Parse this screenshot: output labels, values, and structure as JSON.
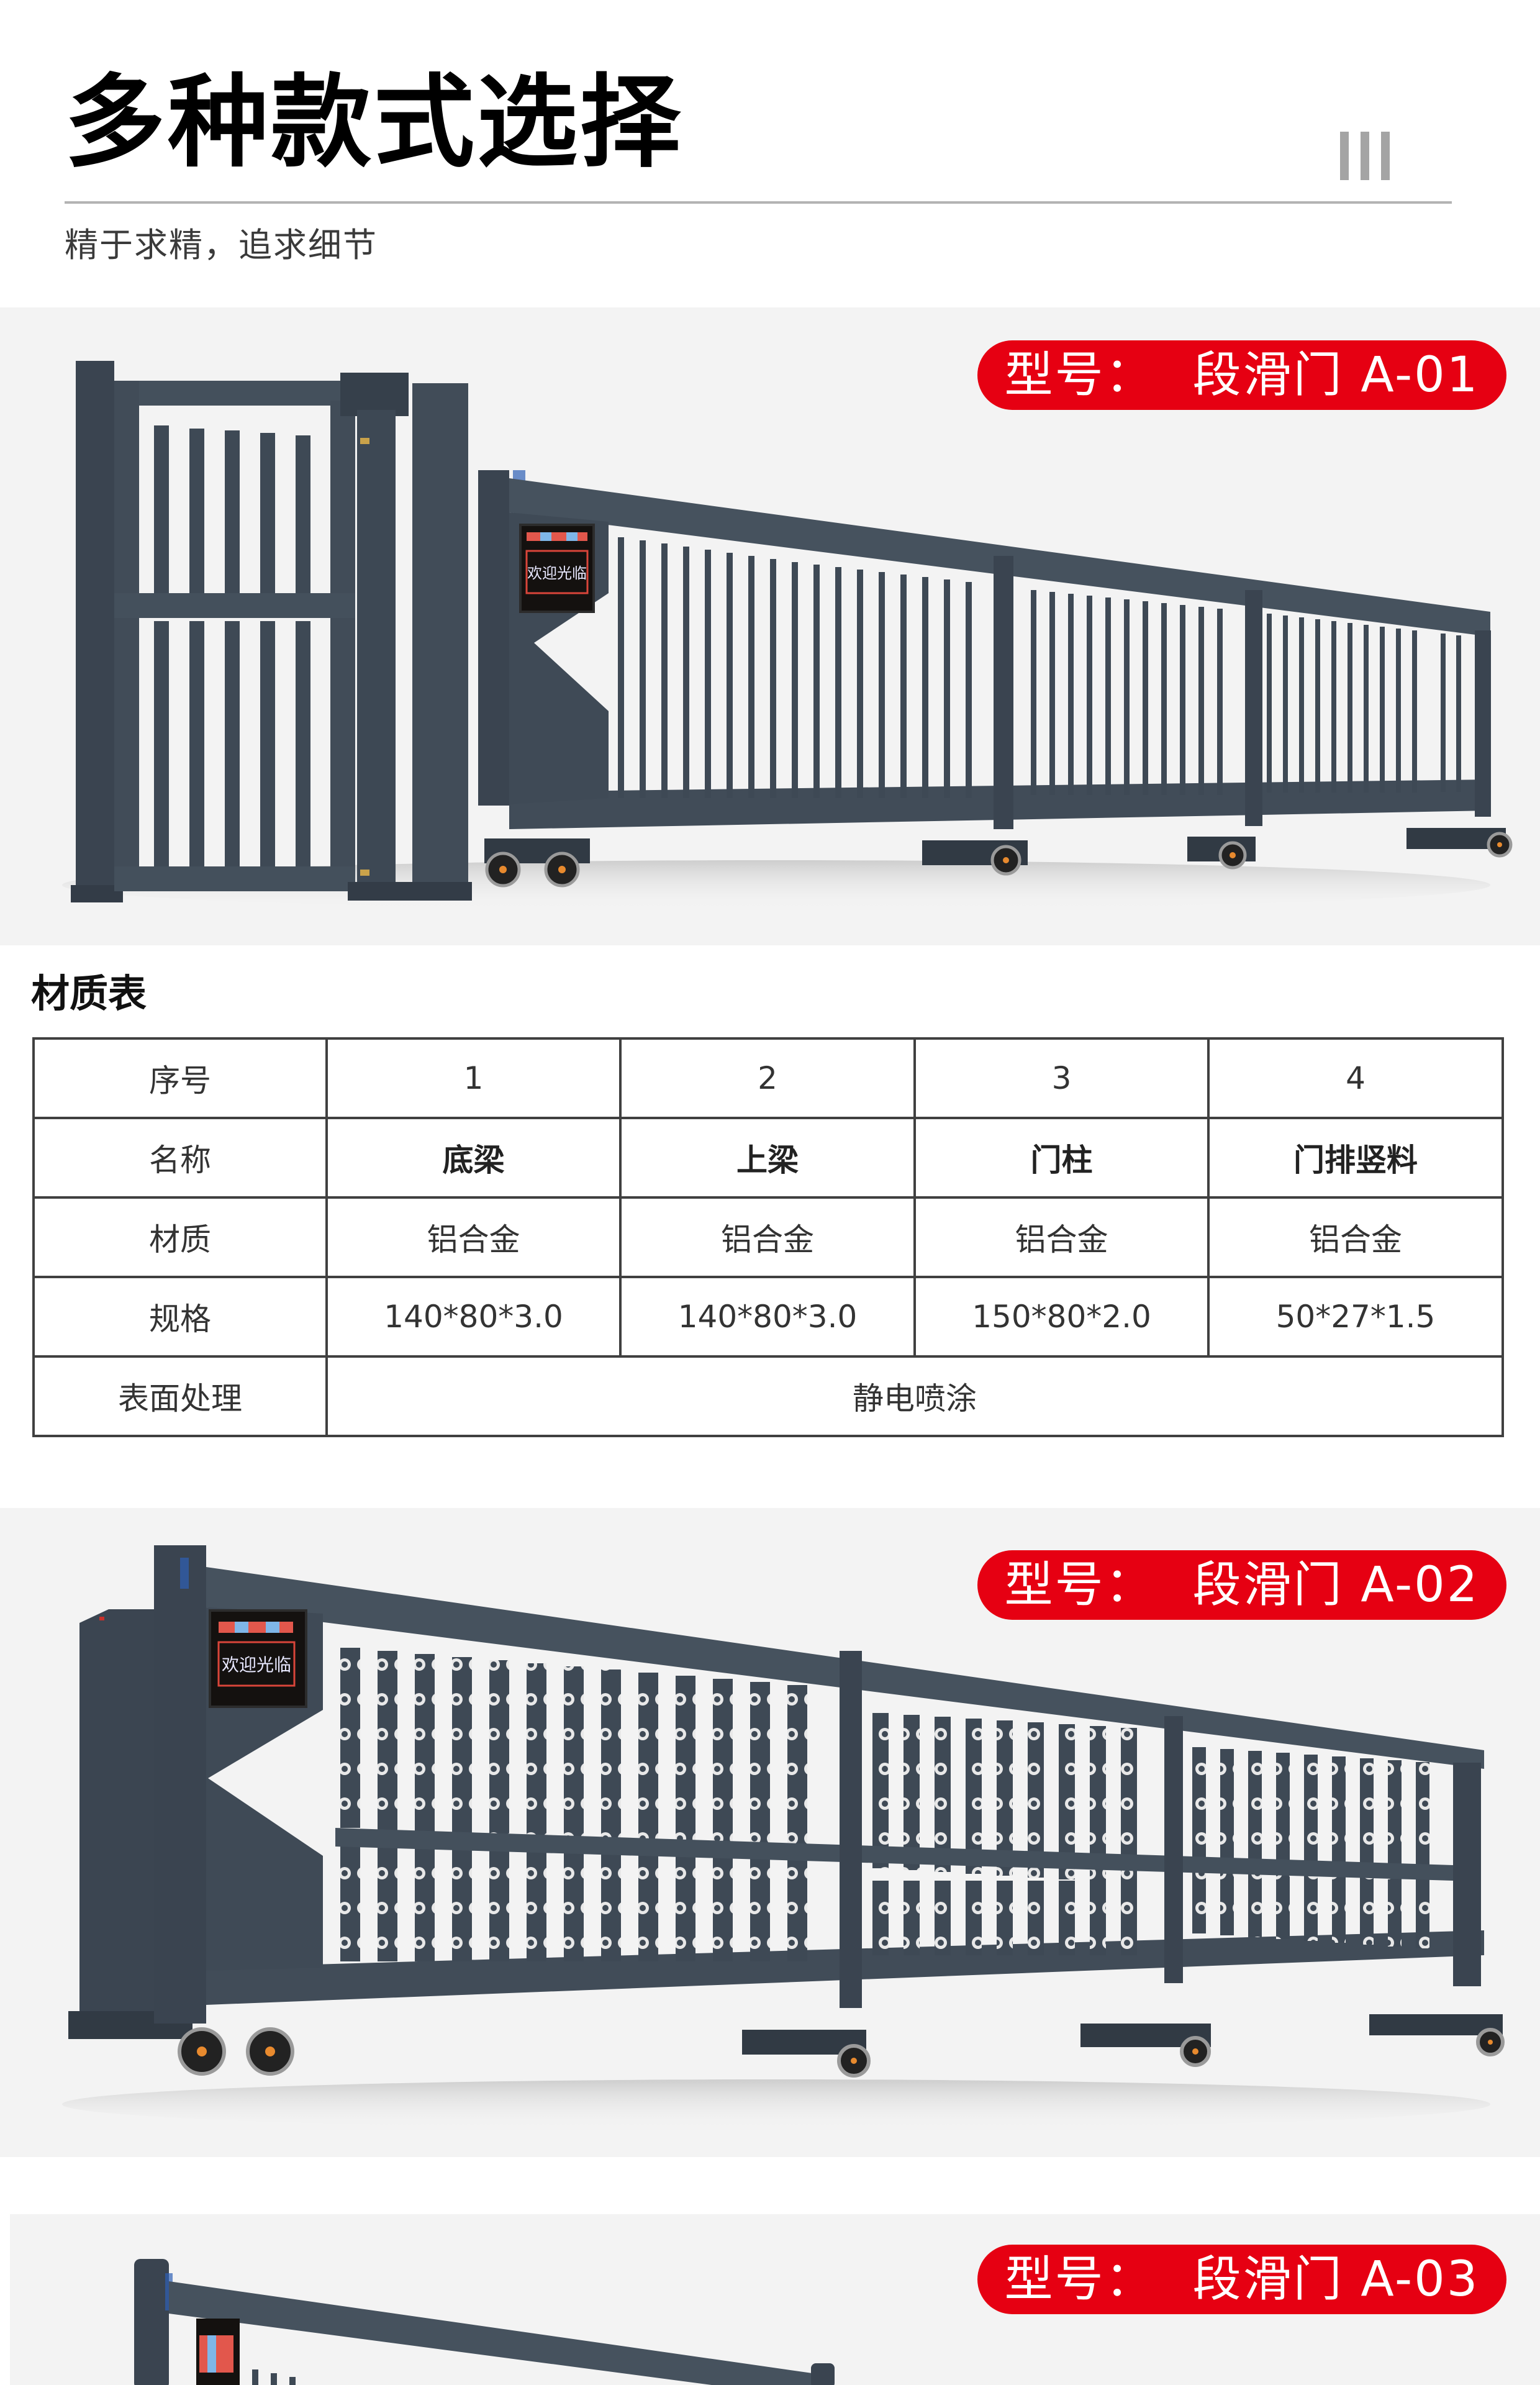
{
  "header": {
    "title": "多种款式选择",
    "subtitle": "精于求精，追求细节",
    "decoration": "triple-bar"
  },
  "colors": {
    "accent_red": "#e60012",
    "section_bg": "#f3f3f3",
    "gate_metal": "#3d4854",
    "divider": "#b3b3b3"
  },
  "products": [
    {
      "badge_label": "型号：",
      "badge_model": "段滑门 A-01",
      "led_text": "欢迎光临"
    },
    {
      "badge_label": "型号：",
      "badge_model": "段滑门 A-02",
      "led_text": "欢迎光临"
    },
    {
      "badge_label": "型号：",
      "badge_model": "段滑门 A-03",
      "led_text": ""
    }
  ],
  "material_table": {
    "title": "材质表",
    "rows": [
      {
        "label": "序号",
        "cells": [
          "1",
          "2",
          "3",
          "4"
        ]
      },
      {
        "label": "名称",
        "cells": [
          "底梁",
          "上梁",
          "门柱",
          "门排竖料"
        ]
      },
      {
        "label": "材质",
        "cells": [
          "铝合金",
          "铝合金",
          "铝合金",
          "铝合金"
        ]
      },
      {
        "label": "规格",
        "cells": [
          "140*80*3.0",
          "140*80*3.0",
          "150*80*2.0",
          "50*27*1.5"
        ]
      },
      {
        "label": "表面处理",
        "merged": "静电喷涂"
      }
    ]
  }
}
